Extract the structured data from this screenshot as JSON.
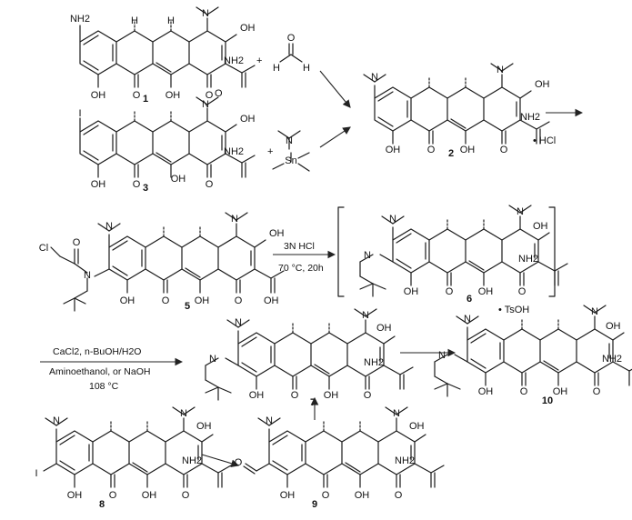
{
  "compounds": {
    "c1": "1",
    "c2": "2",
    "c3": "3",
    "c5": "5",
    "c6": "6",
    "c7": "7",
    "c8": "8",
    "c9": "9",
    "c10": "10"
  },
  "atoms": {
    "nh2": "NH2",
    "oh": "OH",
    "o": "O",
    "h": "H",
    "n": "N",
    "i": "I",
    "sn": "Sn",
    "cl": "Cl",
    "hcl": "• HCl",
    "tsoh": "• TsOH"
  },
  "operators": {
    "plus": "+"
  },
  "conditions": {
    "step_6_hcl": "3N HCl",
    "step_6_temp": "70 °C, 20h",
    "step_7_reagents": "CaCl2, n-BuOH/H2O",
    "step_7_base": "Aminoethanol, or NaOH",
    "step_7_temp": "108 °C"
  }
}
